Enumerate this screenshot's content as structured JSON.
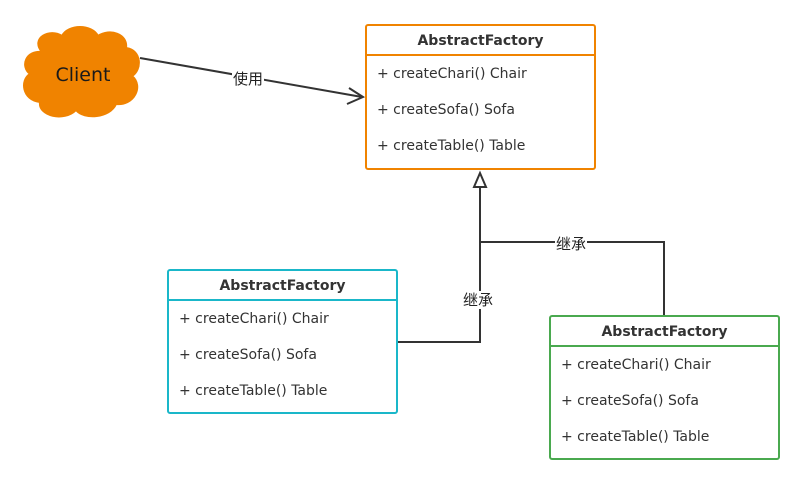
{
  "client": {
    "label": "Client",
    "color": "#f08300"
  },
  "edges": {
    "uses_label": "使用",
    "inherit_label_left": "继承",
    "inherit_label_right": "继承"
  },
  "classes": {
    "top": {
      "title": "AbstractFactory",
      "border_color": "#f08300",
      "methods": [
        "+ createChari() Chair",
        "+ createSofa() Sofa",
        "+ createTable() Table"
      ]
    },
    "left": {
      "title": "AbstractFactory",
      "border_color": "#1ab7c9",
      "methods": [
        "+ createChari() Chair",
        "+ createSofa() Sofa",
        "+ createTable() Table"
      ]
    },
    "right": {
      "title": "AbstractFactory",
      "border_color": "#4aa94f",
      "methods": [
        "+ createChari() Chair",
        "+ createSofa() Sofa",
        "+ createTable() Table"
      ]
    }
  }
}
